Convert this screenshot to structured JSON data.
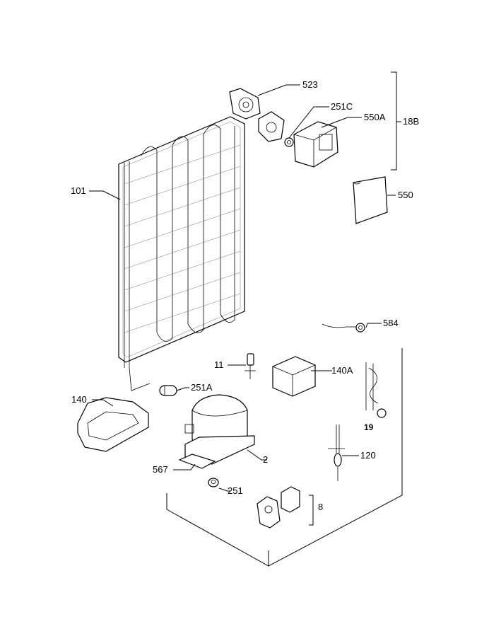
{
  "labels": {
    "p523": "523",
    "p251c": "251C",
    "p550a": "550A",
    "p18b": "18B",
    "p550": "550",
    "p101": "101",
    "p584": "584",
    "p11": "11",
    "p140a": "140A",
    "p251a": "251A",
    "p140": "140",
    "p19": "19",
    "p120": "120",
    "p2": "2",
    "p567": "567",
    "p251": "251",
    "p8": "8"
  }
}
